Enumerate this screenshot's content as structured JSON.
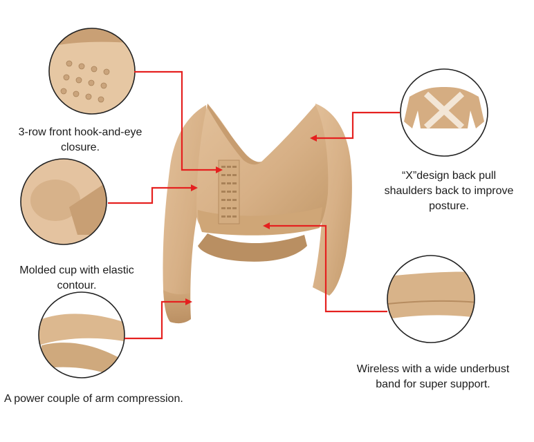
{
  "captions": {
    "hook": {
      "line1": "3-row front hook-and-eye",
      "line2": "closure."
    },
    "cup": {
      "line1": "Molded cup with elastic",
      "line2": "contour."
    },
    "arm": {
      "line1": "A power couple of arm compression."
    },
    "back": {
      "line1": "“X”design back  pull",
      "line2": "shaulders back to improve",
      "line3": "posture."
    },
    "band": {
      "line1": "Wireless with a wide underbust",
      "line2": "band for super support."
    }
  },
  "colors": {
    "garment": "#d9b48a",
    "garment_shadow": "#c49a6c",
    "arrow": "#e5201f",
    "circle_border": "#222222",
    "text": "#1b1b1b",
    "background": "#ffffff"
  }
}
